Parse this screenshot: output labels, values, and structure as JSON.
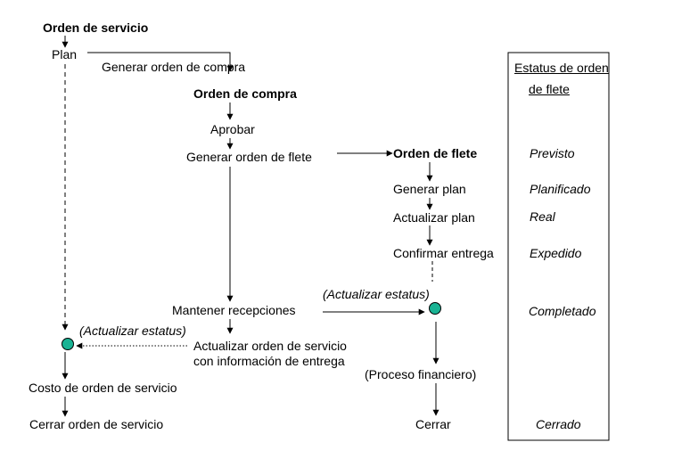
{
  "flow": {
    "service_order": {
      "title": "Orden de servicio",
      "plan": "Plan",
      "update_status": "(Actualizar estatus)",
      "cost": "Costo de orden de servicio",
      "close": "Cerrar orden de servicio"
    },
    "purchase_order": {
      "generate": "Generar orden de compra",
      "title": "Orden de compra",
      "approve": "Aprobar",
      "generate_freight": "Generar orden de flete",
      "maintain_receipts": "Mantener recepciones",
      "update_service_line1": "Actualizar orden de servicio",
      "update_service_line2": "con información de entrega"
    },
    "freight_order": {
      "title": "Orden de flete",
      "generate_plan": "Generar plan",
      "update_plan": "Actualizar plan",
      "confirm_delivery": "Confirmar entrega",
      "update_status": "(Actualizar estatus)",
      "financial_process": "(Proceso financiero)",
      "close": "Cerrar"
    }
  },
  "status_panel": {
    "header_line1": "Estatus de orden",
    "header_line2": "de flete",
    "statuses": [
      "Previsto",
      "Planificado",
      "Real",
      "Expedido",
      "Completado",
      "Cerrado"
    ]
  },
  "colors": {
    "node_fill": "#1ab394",
    "line": "#000000"
  }
}
